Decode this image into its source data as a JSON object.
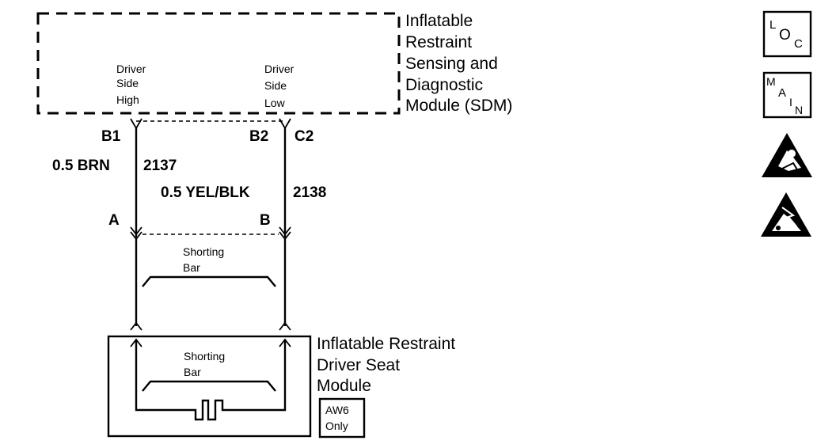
{
  "sdm": {
    "title_lines": [
      "Inflatable",
      "Restraint",
      "Sensing and",
      "Diagnostic",
      "Module (SDM)"
    ],
    "terminal_left_lines": [
      "Driver",
      "Side",
      "High"
    ],
    "terminal_right_lines": [
      "Driver",
      "Side",
      "Low"
    ]
  },
  "circuits": {
    "left": {
      "pin_top": "B1",
      "wire": "0.5 BRN",
      "circuit_no": "2137",
      "pin_bottom": "A"
    },
    "right": {
      "pin_top_a": "B2",
      "pin_top_b": "C2",
      "wire": "0.5 YEL/BLK",
      "circuit_no": "2138",
      "pin_bottom": "B"
    }
  },
  "connector": {
    "shorting_bar_lines": [
      "Shorting",
      "Bar"
    ]
  },
  "seat_module": {
    "title_lines": [
      "Inflatable Restraint",
      "Driver Seat",
      "Module"
    ],
    "shorting_bar_lines": [
      "Shorting",
      "Bar"
    ],
    "badge_lines": [
      "AW6",
      "Only"
    ]
  },
  "side_icons": {
    "loc": {
      "main": "L",
      "sub1": "O",
      "sub2": "C"
    },
    "main": {
      "l1": "M",
      "l2": "A",
      "l3": "I",
      "l4": "N"
    },
    "warning1": "airbag-warning-icon",
    "warning2": "esd-warning-icon"
  }
}
